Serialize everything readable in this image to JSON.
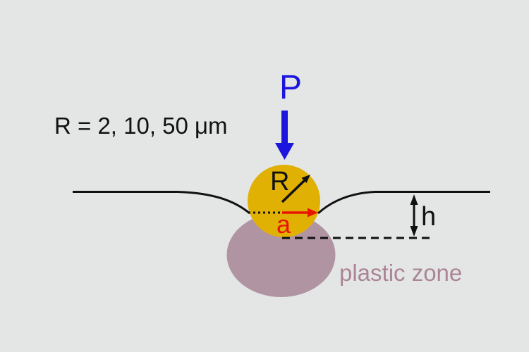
{
  "colors": {
    "background": "#e4e6e5",
    "sphere_fill": "#e0b103",
    "plastic_zone_fill": "#b194a2",
    "plastic_zone_text": "#ab8596",
    "force_blue": "#1b15de",
    "contact_red": "#e81504",
    "ink_black": "#111111"
  },
  "labels": {
    "radius_values": "R = 2, 10, 50 μm",
    "force": "P",
    "sphere_radius": "R",
    "contact_radius": "a",
    "indent_depth": "h",
    "plastic_zone": "plastic zone"
  }
}
